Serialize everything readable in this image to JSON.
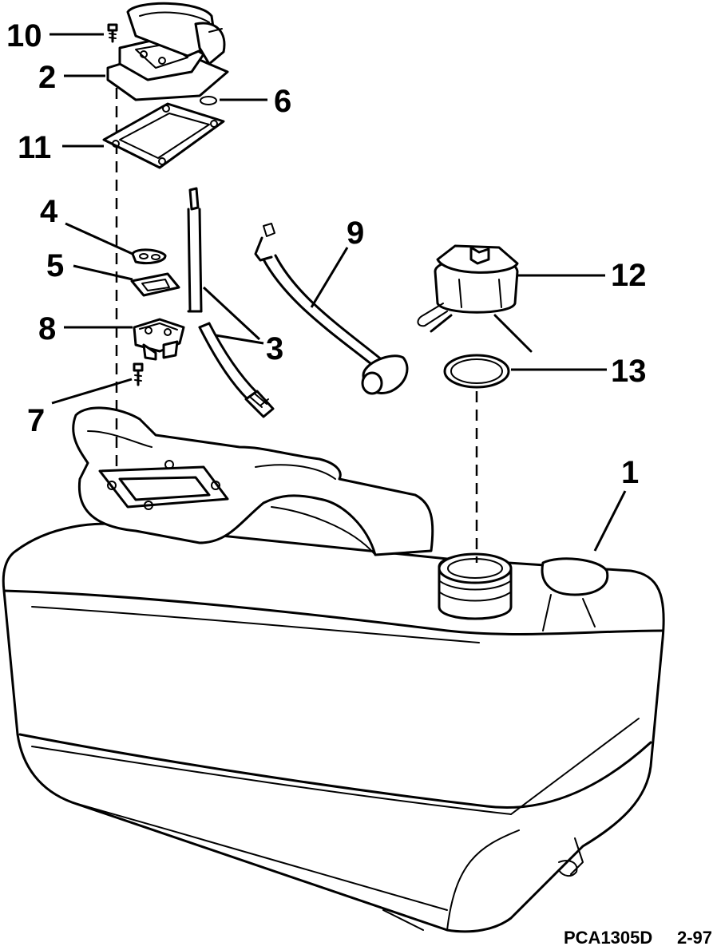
{
  "callouts": {
    "c1": "1",
    "c2": "2",
    "c3": "3",
    "c4": "4",
    "c5": "5",
    "c6": "6",
    "c7": "7",
    "c8": "8",
    "c9": "9",
    "c10": "10",
    "c11": "11",
    "c12": "12",
    "c13": "13"
  },
  "footer": {
    "code": "PCA1305D",
    "date": "2-97"
  }
}
